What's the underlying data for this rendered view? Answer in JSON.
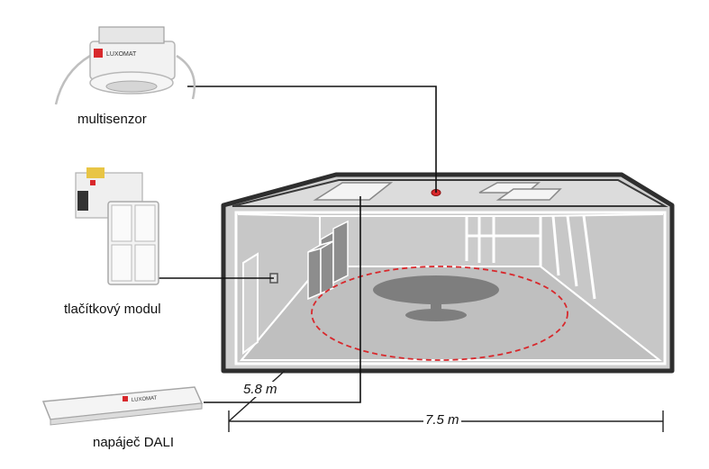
{
  "labels": {
    "multisensor": "multisenzor",
    "button_module": "tlačítkový modul",
    "power_supply": "napáječ DALI"
  },
  "dimensions": {
    "depth": "5.8 m",
    "width": "7.5 m"
  },
  "devices": {
    "sensor_brand": "LUXOMAT",
    "power_brand": "LUXOMAT"
  },
  "colors": {
    "sensor_dot": "#d8282c",
    "detection_range": "#d8282c",
    "wire": "#111111",
    "room_fill": "#c9c9c9"
  }
}
